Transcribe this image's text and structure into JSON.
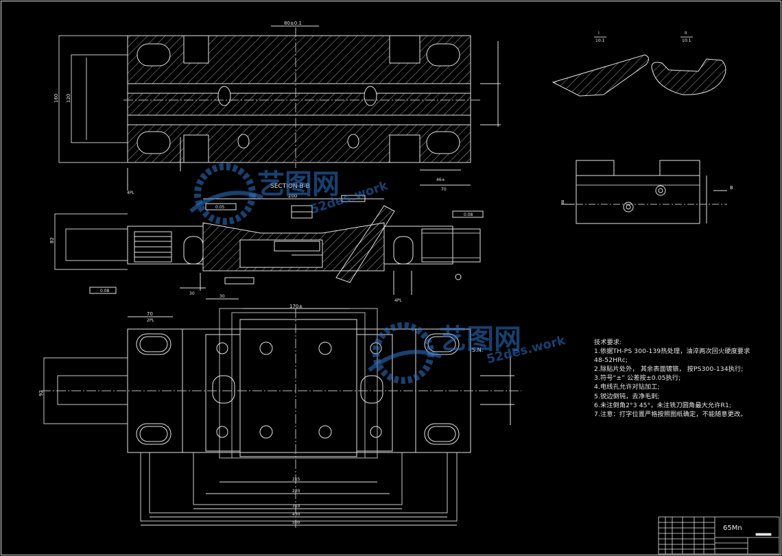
{
  "views": {
    "section_title": "SECTION B-B",
    "detail_left_letter": "I",
    "detail_left_scale": "10:1",
    "detail_right_letter": "II",
    "detail_right_scale": "10:1",
    "section_b": "B"
  },
  "notes": {
    "title": "技术要求:",
    "items": [
      "1.依据TH-PS 300-139热处理，油淬两次回火硬度要求",
      "48-52HRc;",
      "2.除贴片处外， 其余表面镀铬， 按PS300-134执行;",
      "3.符号“±” 公差按±0.05执行;",
      "4.电线孔允许对钻加工;",
      "5.锐边倒钝，去净毛刺;",
      "6.未注倒角2°3  45°，未注铣刀圆角最大允许R1;",
      "7.注意：打字位置严格按照图纸确定，不能随意更改。"
    ]
  },
  "title_block": {
    "material": "65Mn"
  },
  "watermark": {
    "brand": "艺图网",
    "url": "52des.work"
  },
  "dims": {
    "top_80": "80±0.1",
    "top_160": "160",
    "top_120": "120",
    "top_4pl": "4PL",
    "top_46": "46±",
    "top_70": "70",
    "mid_200": "200",
    "mid_82": "82",
    "mid_30": "30",
    "mid_4pl": "4PL",
    "bot_170": "170±",
    "bot_70": "70",
    "bot_2pl": "2PL",
    "bot_30": "30",
    "bot_215": "215",
    "bot_220": "220",
    "bot_310": "310",
    "bot_430": "430",
    "bot_500": "500",
    "bot_92": "92",
    "bot_sn": "S.N.",
    "tol_a": "0.05",
    "tol_b": "0.08"
  }
}
